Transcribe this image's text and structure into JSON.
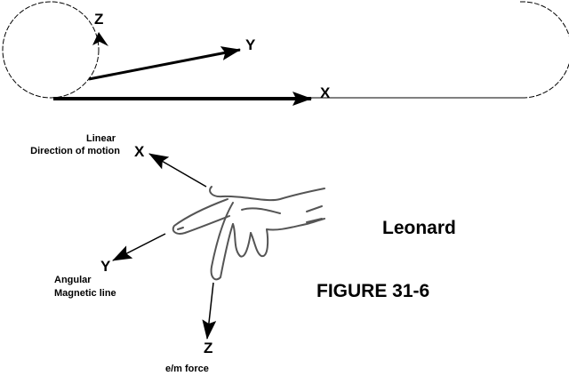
{
  "top_diagram": {
    "axis_x": "X",
    "axis_y": "Y",
    "axis_z": "Z"
  },
  "hand_diagram": {
    "x_label": "X",
    "x_caption_line1": "Linear",
    "x_caption_line2": "Direction of motion",
    "y_label": "Y",
    "y_caption_line1": "Angular",
    "y_caption_line2": "Magnetic line",
    "z_label": "Z",
    "z_caption": "e/m force"
  },
  "author": "Leonard",
  "figure_caption": "FIGURE 31-6",
  "colors": {
    "ink": "#000000",
    "sketch": "#555555",
    "background": "#ffffff"
  }
}
